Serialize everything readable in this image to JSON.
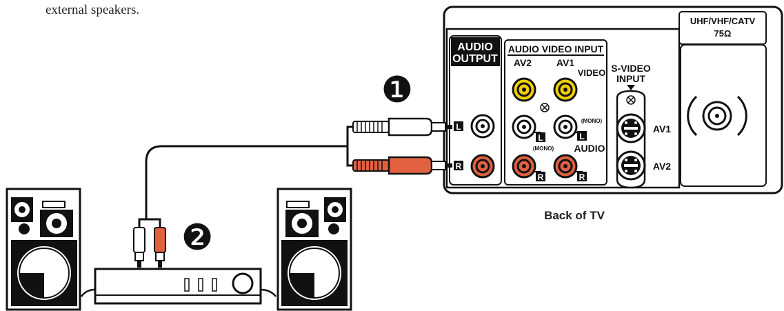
{
  "intro_text": "external speakers.",
  "tv": {
    "antenna_label_1": "UHF/VHF/CATV",
    "antenna_label_2": "75Ω",
    "audio_output_1": "AUDIO",
    "audio_output_2": "OUTPUT",
    "av_input_title": "AUDIO  VIDEO  INPUT",
    "av2_label": "AV2",
    "av1_label": "AV1",
    "video_label": "VIDEO",
    "mono_label_1": "(MONO)",
    "mono_label_2": "(MONO)",
    "audio_label": "AUDIO",
    "svideo_label_1": "S-VIDEO",
    "svideo_label_2": "INPUT",
    "svideo_av1": "AV1",
    "svideo_av2": "AV2",
    "left_tag": "L",
    "right_tag": "R",
    "caption": "Back of TV"
  },
  "steps": {
    "step1": "❶",
    "step2": "❷"
  },
  "colors": {
    "red_jack": "#e06040",
    "yellow_jack": "#f0d000",
    "white_jack": "#ffffff",
    "outline": "#111111"
  }
}
